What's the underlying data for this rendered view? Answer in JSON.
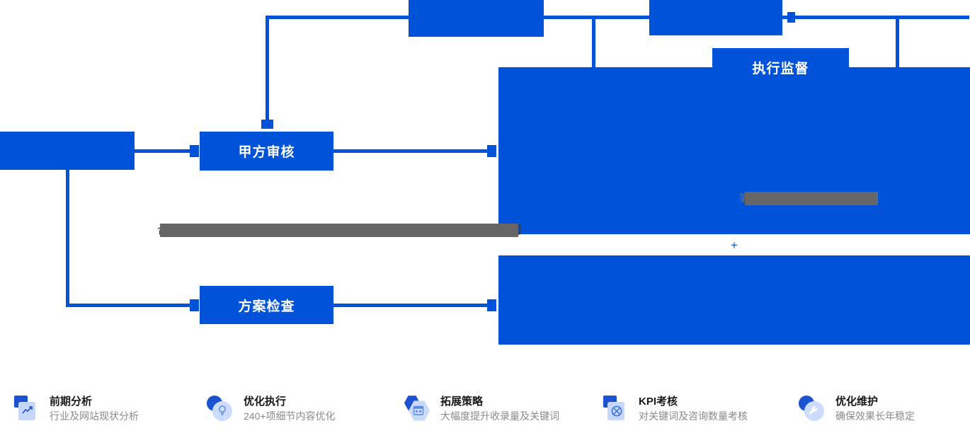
{
  "theme": {
    "brand_blue": "#0052d9",
    "icon_blue_dark": "#1a52d0",
    "icon_blue_light": "#c5d7fb",
    "redact_gray": "#666666",
    "title_color": "#181818",
    "subtitle_color": "#8a8a8a",
    "page_background": "#ffffff"
  },
  "diagram": {
    "blocks": [
      {
        "id": "top-left-block",
        "label": ""
      },
      {
        "id": "top-right-block",
        "label": ""
      },
      {
        "id": "left-edge-block",
        "label": ""
      },
      {
        "id": "review-block",
        "label": "甲方审核"
      },
      {
        "id": "check-block",
        "label": "方案检查"
      },
      {
        "id": "supervision-block",
        "label": "执行监督"
      },
      {
        "id": "right-upper-panel",
        "label": ""
      },
      {
        "id": "right-lower-panel",
        "label": ""
      }
    ],
    "redacted_texts": [
      {
        "id": "redacted-left",
        "prefix": "合",
        "suffix": "】"
      },
      {
        "id": "redacted-right",
        "prefix": "第",
        "suffix": "】"
      }
    ],
    "plus_symbol": "+"
  },
  "features": [
    {
      "icon": "chart-square-icon",
      "title": "前期分析",
      "subtitle": "行业及网站现状分析"
    },
    {
      "icon": "lightbulb-circle-icon",
      "title": "优化执行",
      "subtitle": "240+项细节内容优化"
    },
    {
      "icon": "calendar-hex-icon",
      "title": "拓展策略",
      "subtitle": "大幅度提升收录量及关键词"
    },
    {
      "icon": "target-square-icon",
      "title": "KPI考核",
      "subtitle": "对关键词及咨询数量考核"
    },
    {
      "icon": "wrench-circle-icon",
      "title": "优化维护",
      "subtitle": "确保效果长年稳定"
    }
  ]
}
